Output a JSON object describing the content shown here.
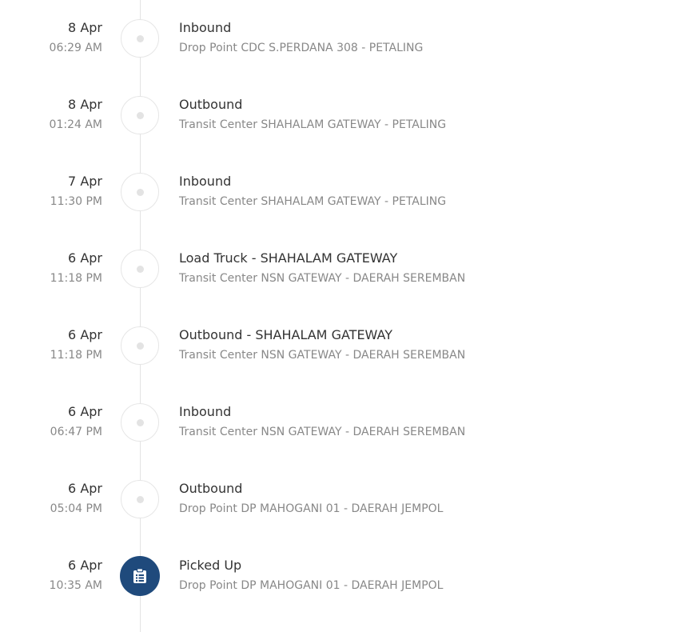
{
  "events": [
    {
      "date": "8 Apr",
      "time": "06:29 AM",
      "title": "Inbound",
      "location": "Drop Point CDC S.PERDANA 308 - PETALING",
      "icon": "dot-icon",
      "active": false
    },
    {
      "date": "8 Apr",
      "time": "01:24 AM",
      "title": "Outbound",
      "location": "Transit Center SHAHALAM GATEWAY - PETALING",
      "icon": "dot-icon",
      "active": false
    },
    {
      "date": "7 Apr",
      "time": "11:30 PM",
      "title": "Inbound",
      "location": "Transit Center SHAHALAM GATEWAY - PETALING",
      "icon": "dot-icon",
      "active": false
    },
    {
      "date": "6 Apr",
      "time": "11:18 PM",
      "title": "Load Truck - SHAHALAM GATEWAY",
      "location": "Transit Center NSN GATEWAY - DAERAH SEREMBAN",
      "icon": "dot-icon",
      "active": false
    },
    {
      "date": "6 Apr",
      "time": "11:18 PM",
      "title": "Outbound - SHAHALAM GATEWAY",
      "location": "Transit Center NSN GATEWAY - DAERAH SEREMBAN",
      "icon": "dot-icon",
      "active": false
    },
    {
      "date": "6 Apr",
      "time": "06:47 PM",
      "title": "Inbound",
      "location": "Transit Center NSN GATEWAY - DAERAH SEREMBAN",
      "icon": "dot-icon",
      "active": false
    },
    {
      "date": "6 Apr",
      "time": "05:04 PM",
      "title": "Outbound",
      "location": "Drop Point DP MAHOGANI 01 - DAERAH JEMPOL",
      "icon": "dot-icon",
      "active": false
    },
    {
      "date": "6 Apr",
      "time": "10:35 AM",
      "title": "Picked Up",
      "location": "Drop Point DP MAHOGANI 01 - DAERAH JEMPOL",
      "icon": "clipboard-icon",
      "active": true
    }
  ],
  "colors": {
    "active_node": "#1f4a7c",
    "line": "#e3e3e3",
    "primary_text": "#333333",
    "secondary_text": "#888888"
  }
}
